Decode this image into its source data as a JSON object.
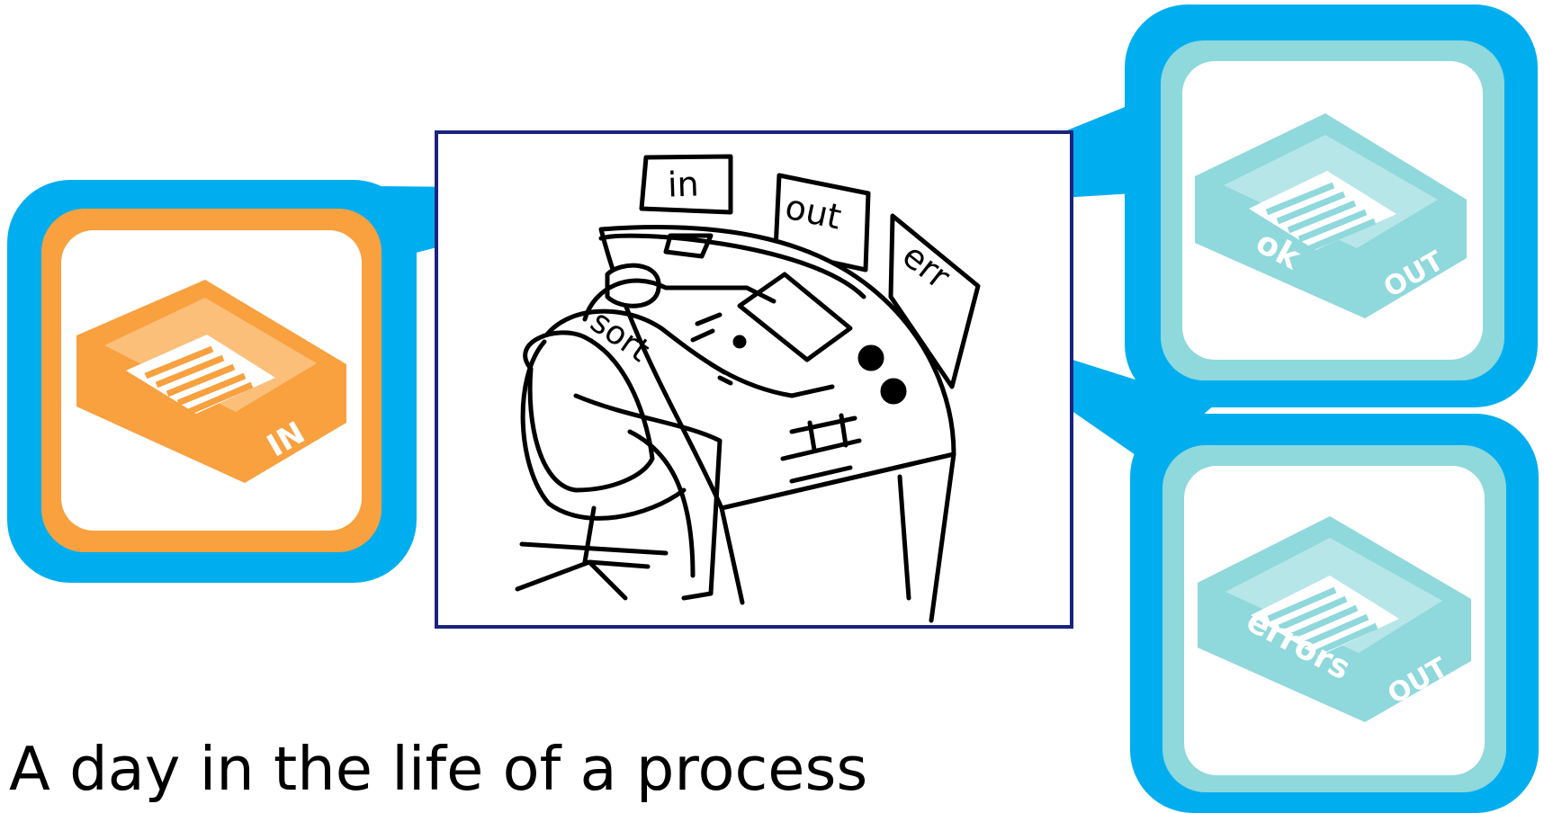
{
  "caption": "A day in the life of a process",
  "desk_labels": {
    "in": "in",
    "out": "out",
    "err": "err",
    "sort": "sort"
  },
  "trays": {
    "input": {
      "word1": "IN",
      "color": "#f9a03f",
      "frame": "#00aeef"
    },
    "ok": {
      "word1": "ok",
      "word2": "OUT",
      "color": "#8fd8dc",
      "frame": "#00aeef"
    },
    "errors": {
      "word1": "errors",
      "word2": "OUT",
      "color": "#8fd8dc",
      "frame": "#00aeef"
    }
  },
  "colors": {
    "accent_blue": "#00aeef",
    "orange": "#f9a03f",
    "teal": "#8fd8dc",
    "panel_border": "#1a237e"
  }
}
